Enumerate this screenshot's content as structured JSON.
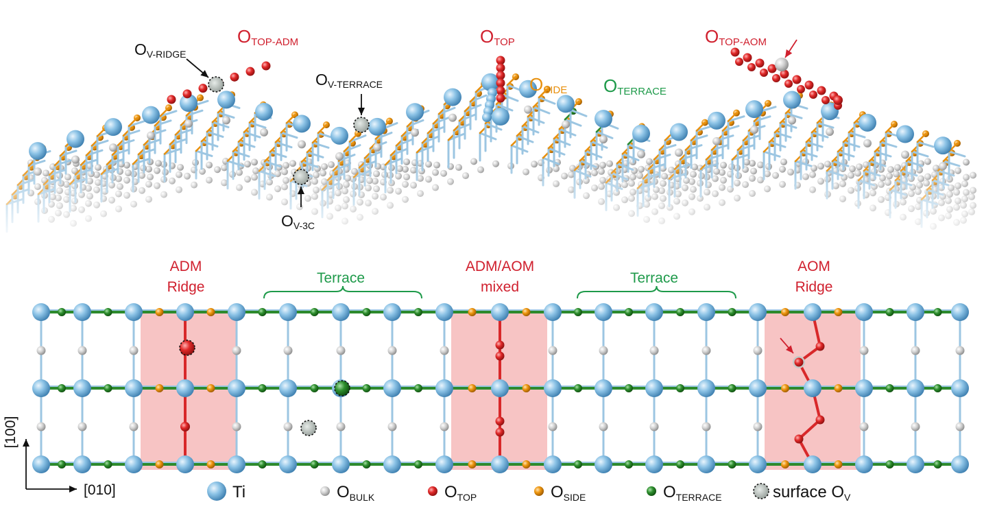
{
  "top_labels": {
    "o_top_adm": {
      "main": "O",
      "sub": "TOP-ADM"
    },
    "o_top": {
      "main": "O",
      "sub": "TOP"
    },
    "o_top_aom": {
      "main": "O",
      "sub": "TOP-AOM"
    },
    "o_side": {
      "main": "O",
      "sub": "SIDE"
    },
    "o_terrace": {
      "main": "O",
      "sub": "TERRACE"
    },
    "ov_ridge": {
      "main": "O",
      "sub": "V-RIDGE"
    },
    "ov_terrace": {
      "main": "O",
      "sub": "V-TERRACE"
    },
    "ov_3c": {
      "main": "O",
      "sub": "V-3C"
    }
  },
  "region_labels": {
    "adm_ridge": [
      "ADM",
      "Ridge"
    ],
    "terrace_left": "Terrace",
    "mixed": [
      "ADM/AOM",
      "mixed"
    ],
    "terrace_right": "Terrace",
    "aom_ridge": [
      "AOM",
      "Ridge"
    ]
  },
  "axes": {
    "vertical": "[100]",
    "horizontal": "[010]"
  },
  "legend": [
    {
      "name": "Ti",
      "main": "Ti",
      "sub": "",
      "color": "#7fb7dd",
      "type": "ti"
    },
    {
      "name": "O-bulk",
      "main": "O",
      "sub": "BULK",
      "color": "#c8c8c8",
      "type": "o"
    },
    {
      "name": "O-top",
      "main": "O",
      "sub": "TOP",
      "color": "#d8282a",
      "type": "o"
    },
    {
      "name": "O-side",
      "main": "O",
      "sub": "SIDE",
      "color": "#e8900e",
      "type": "o"
    },
    {
      "name": "O-terrace",
      "main": "O",
      "sub": "TERRACE",
      "color": "#2d8a2d",
      "type": "o"
    },
    {
      "name": "surface-ov",
      "main": "surface O",
      "sub": "V",
      "color": "#a8b0ac",
      "type": "vacancy"
    }
  ],
  "colors": {
    "ti": "#7fb7dd",
    "o_bulk": "#c8c8c8",
    "o_top": "#d8282a",
    "o_side": "#e8900e",
    "o_terrace": "#2d8a2d",
    "ridge_fill": "#f7c4c4",
    "label_red": "#d0202e",
    "label_green": "#1e9a4a",
    "label_orange": "#e8900e"
  }
}
